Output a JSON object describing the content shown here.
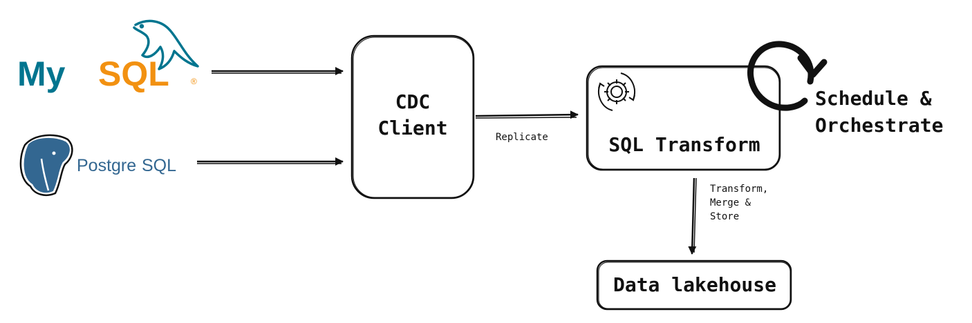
{
  "sources": {
    "mysql": {
      "text_my": "My",
      "text_sql": "SQL",
      "registered": "®",
      "color_my": "#00758F",
      "color_sql": "#F29111"
    },
    "postgres": {
      "text_postgre": "Postgre",
      "text_sql": "SQL",
      "color": "#336791"
    }
  },
  "nodes": {
    "cdc_client": {
      "line1": "CDC",
      "line2": "Client"
    },
    "sql_transform": {
      "label": "SQL Transform"
    },
    "data_lakehouse": {
      "label": "Data lakehouse"
    }
  },
  "edges": {
    "replicate": "Replicate",
    "transform_line1": "Transform,",
    "transform_line2": "Merge &",
    "transform_line3": "Store"
  },
  "schedule": {
    "line1": "Schedule &",
    "line2": "Orchestrate"
  },
  "colors": {
    "stroke": "#111111",
    "background": "#ffffff"
  }
}
